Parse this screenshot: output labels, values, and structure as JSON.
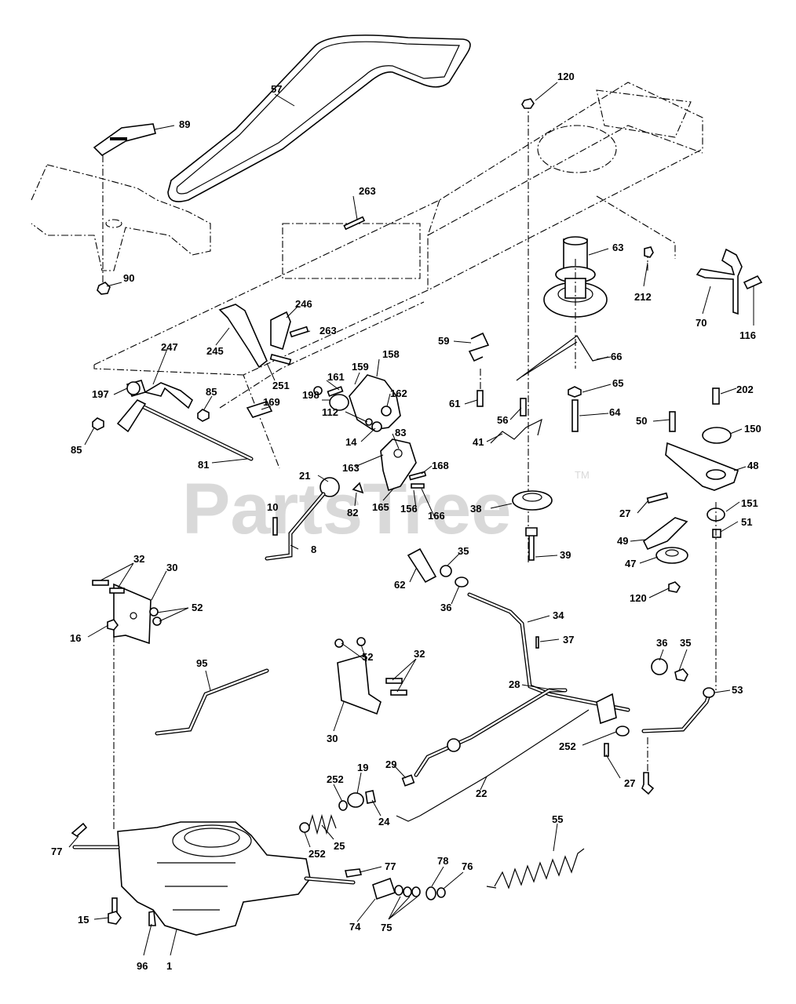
{
  "watermark": {
    "text": "PartsTree",
    "trademark": "TM"
  },
  "labels": {
    "l57": "57",
    "l89": "89",
    "l120a": "120",
    "l63": "63",
    "l212": "212",
    "l70": "70",
    "l116": "116",
    "l90": "90",
    "l263a": "263",
    "l246": "246",
    "l263b": "263",
    "l245": "245",
    "l251": "251",
    "l197": "197",
    "l247": "247",
    "l85a": "85",
    "l85b": "85",
    "l81": "81",
    "l169": "169",
    "l161": "161",
    "l159": "159",
    "l158": "158",
    "l198": "198",
    "l162": "162",
    "l112": "112",
    "l14": "14",
    "l83": "83",
    "l163": "163",
    "l21": "21",
    "l168": "168",
    "l165": "165",
    "l156": "156",
    "l166": "166",
    "l82": "82",
    "l10": "10",
    "l8": "8",
    "l59": "59",
    "l66": "66",
    "l65": "65",
    "l61": "61",
    "l56": "56",
    "l64": "64",
    "l41": "41",
    "l38": "38",
    "l39": "39",
    "l202": "202",
    "l50": "50",
    "l150": "150",
    "l48": "48",
    "l27a": "27",
    "l151": "151",
    "l51": "51",
    "l49": "49",
    "l47": "47",
    "l120b": "120",
    "l32a": "32",
    "l30a": "30",
    "l52a": "52",
    "l16": "16",
    "l62": "62",
    "l35a": "35",
    "l36a": "36",
    "l34": "34",
    "l37": "37",
    "l52b": "52",
    "l32b": "32",
    "l95": "95",
    "l30b": "30",
    "l36b": "36",
    "l35b": "35",
    "l53": "53",
    "l28": "28",
    "l252a": "252",
    "l27b": "27",
    "l29": "29",
    "l22": "22",
    "l252b": "252",
    "l19": "19",
    "l24": "24",
    "l25": "25",
    "l252c": "252",
    "l55": "55",
    "l77a": "77",
    "l77b": "77",
    "l78": "78",
    "l76": "76",
    "l15": "15",
    "l74": "74",
    "l75": "75",
    "l96": "96",
    "l1": "1"
  }
}
